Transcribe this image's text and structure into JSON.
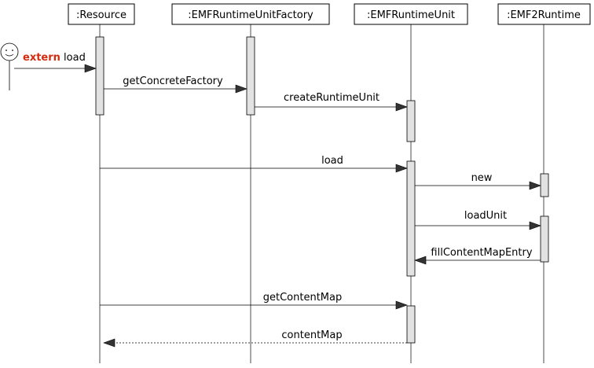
{
  "lifelines": [
    {
      "id": "resource",
      "label": ":Resource"
    },
    {
      "id": "factory",
      "label": ":EMFRuntimeUnitFactory"
    },
    {
      "id": "unit",
      "label": ":EMFRuntimeUnit"
    },
    {
      "id": "emf2",
      "label": ":EMF2Runtime"
    }
  ],
  "actor_call": {
    "keyword": "extern",
    "keyword_color": "#d22b10",
    "label": "load"
  },
  "messages": [
    {
      "label": "getConcreteFactory"
    },
    {
      "label": "createRuntimeUnit"
    },
    {
      "label": "load"
    },
    {
      "label": "new"
    },
    {
      "label": "loadUnit"
    },
    {
      "label": "fillContentMapEntry"
    },
    {
      "label": "getContentMap"
    },
    {
      "label": "contentMap"
    }
  ],
  "colors": {
    "activation": "#e2e2e2",
    "arrowhead": "#333333"
  }
}
